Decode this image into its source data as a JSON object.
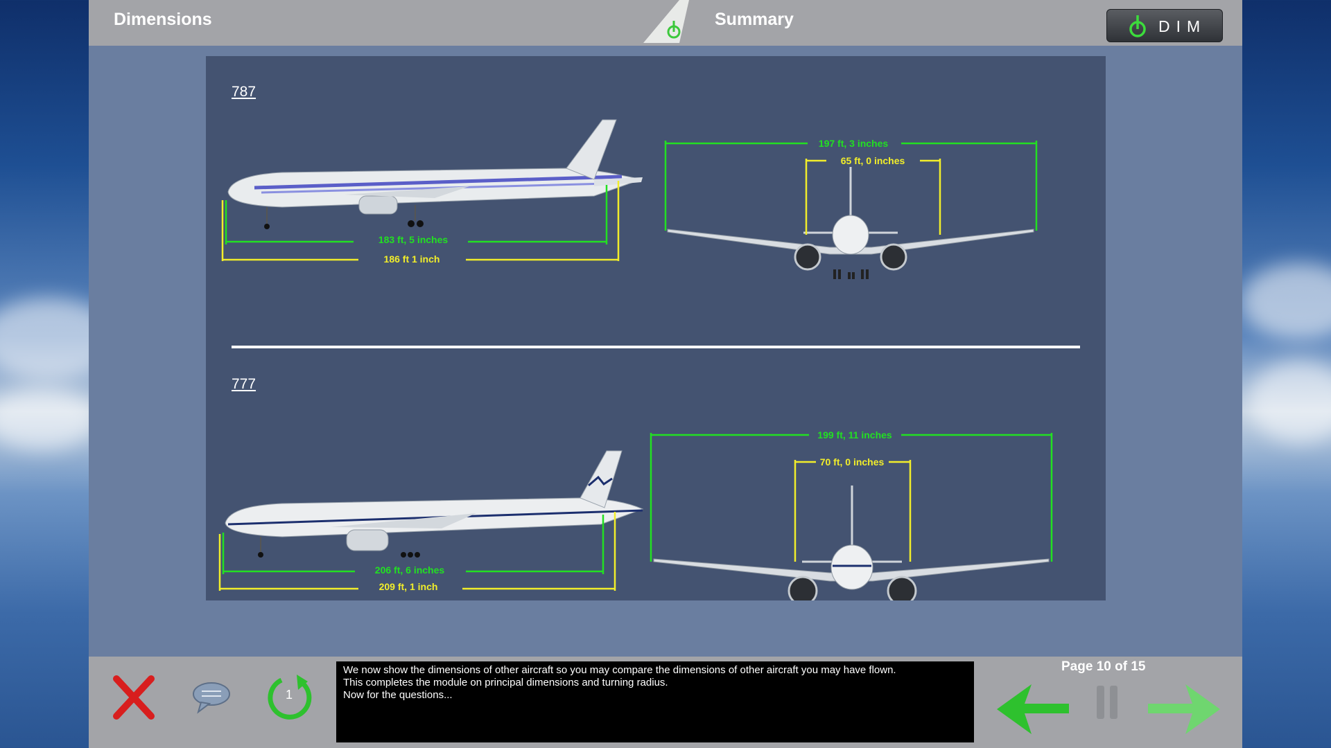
{
  "header": {
    "title": "Dimensions",
    "subtitle": "Summary",
    "dim_button_label": "DIM"
  },
  "aircraft": [
    {
      "model": "787",
      "side_length_fuselage": "183 ft, 5 inches",
      "side_length_overall": "186 ft 1 inch",
      "front_wingspan": "197 ft, 3 inches",
      "front_stabilizer_span": "65 ft, 0 inches"
    },
    {
      "model": "777",
      "side_length_fuselage": "206 ft, 6 inches",
      "side_length_overall": "209 ft, 1 inch",
      "front_wingspan": "199 ft, 11 inches",
      "front_stabilizer_span": "70 ft, 0 inches"
    }
  ],
  "narration": {
    "lines": [
      "We now show the dimensions of other aircraft so you may compare the dimensions of other aircraft you may have flown.",
      "This completes the module on principal dimensions and turning radius.",
      "Now for the questions..."
    ]
  },
  "footer": {
    "replay_count": "1",
    "page_indicator": "Page 10 of 15"
  },
  "icons": {
    "close": "close-icon",
    "notes": "speech-bubble-icon",
    "replay": "replay-icon",
    "back": "back-arrow-icon",
    "pause": "pause-icon",
    "next": "next-arrow-icon"
  },
  "colors": {
    "length_dimension": "#22e022",
    "overall_dimension": "#f2ee2a",
    "panel_background": "#445371",
    "brand_green": "#3cc83c"
  }
}
